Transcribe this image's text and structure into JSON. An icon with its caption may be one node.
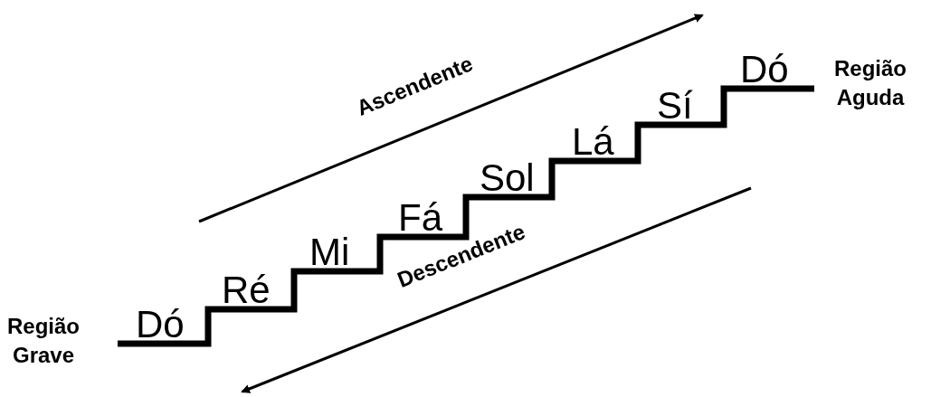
{
  "diagram": {
    "labels": [
      "Região Grave",
      "Dó",
      "Ré",
      "Mi",
      "Fá",
      "Sol",
      "Lá",
      "Sí",
      "Dó",
      "Região Aguda",
      "Ascendente",
      "Descendente"
    ]
  }
}
